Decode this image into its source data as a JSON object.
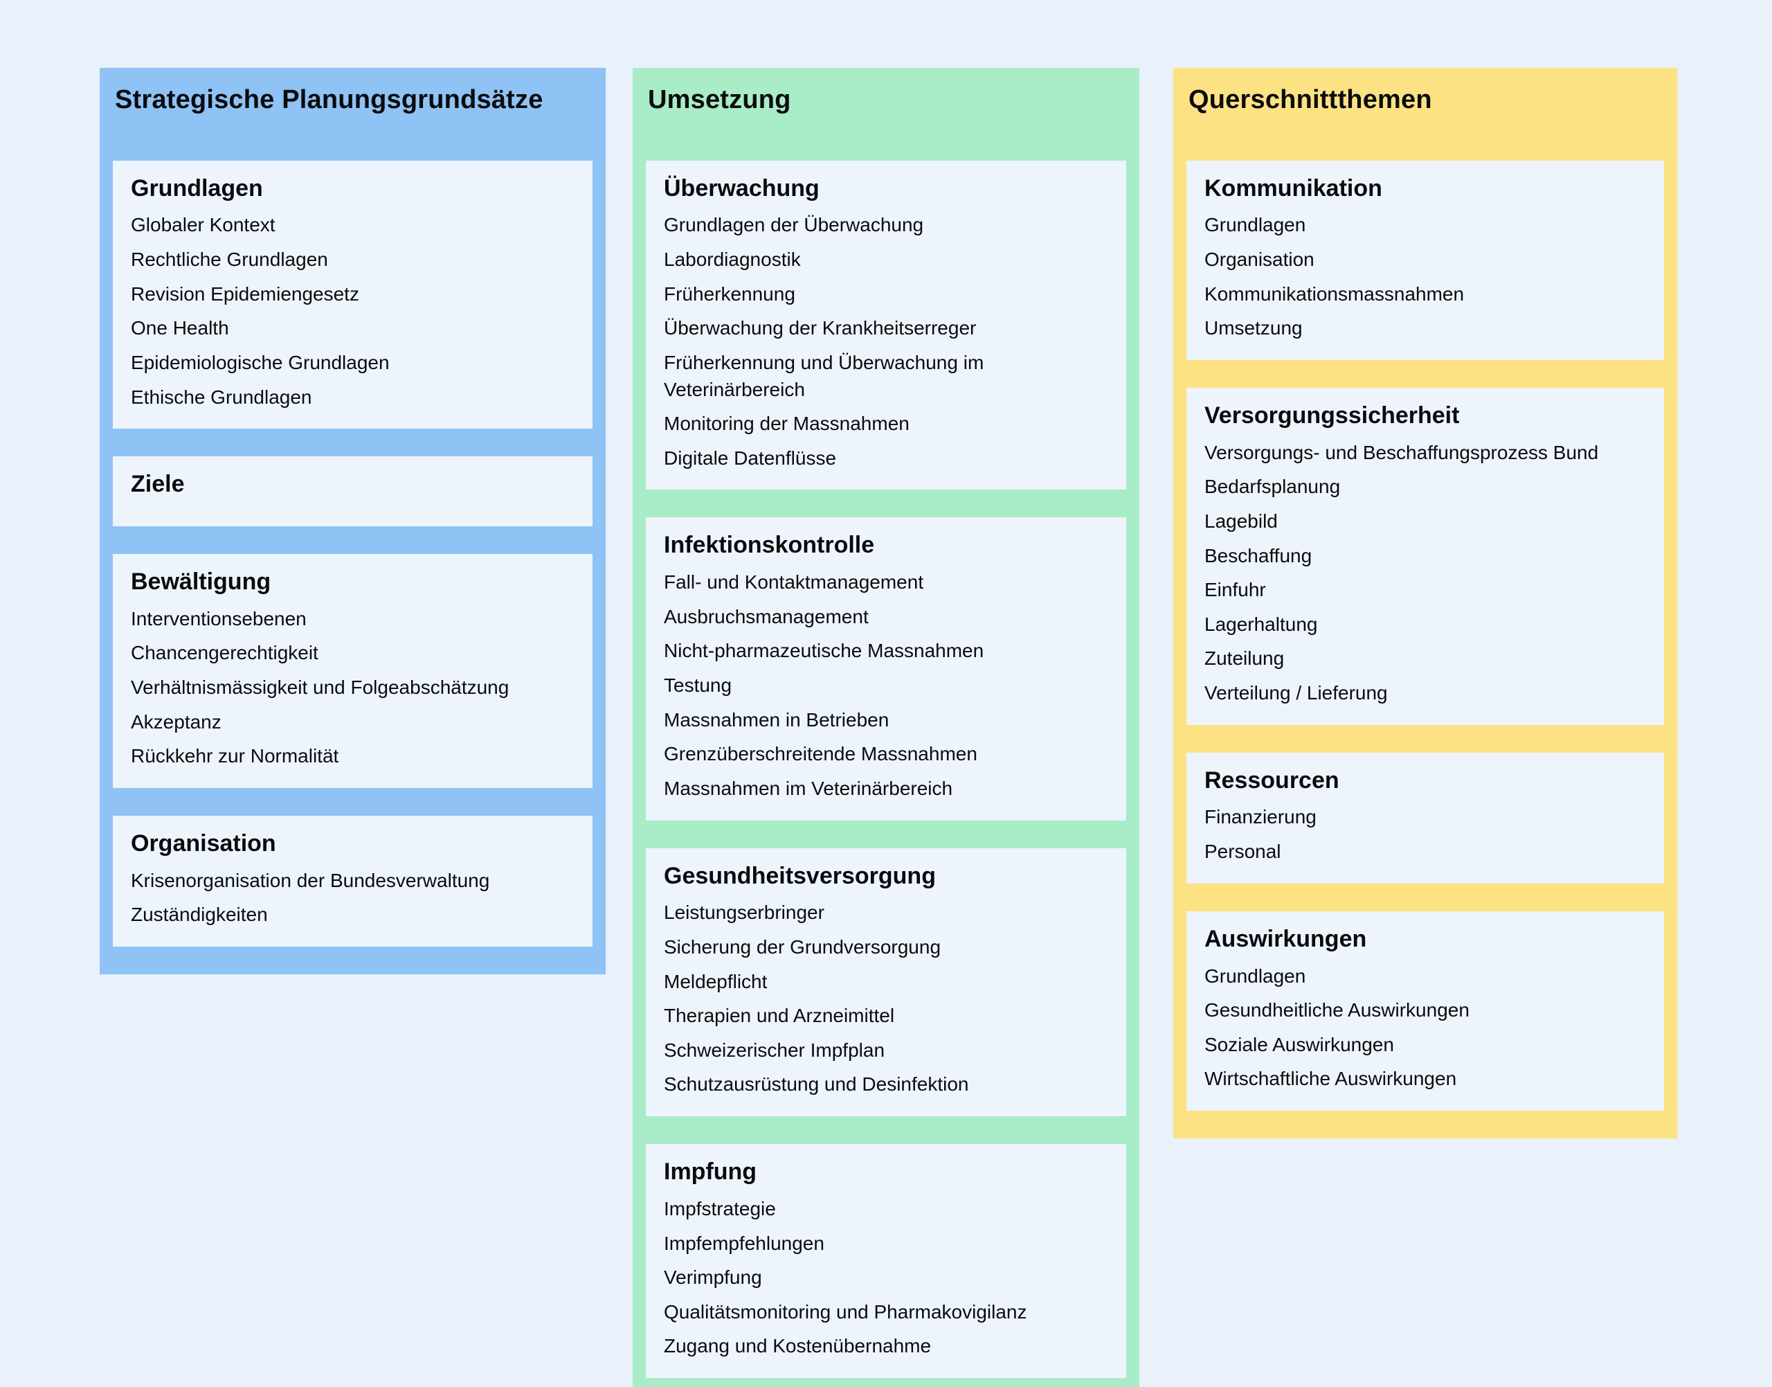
{
  "page": {
    "background": "#E9F1FA",
    "text_color": "#0B0B0D",
    "card_background": "#EDF4FC"
  },
  "columns": [
    {
      "id": "strategische-planungsgrundsaetze",
      "title": "Strategische Planungsgrundsätze",
      "color": "#8FC2F5",
      "cards": [
        {
          "heading": "Grundlagen",
          "items": [
            "Globaler Kontext",
            "Rechtliche Grundlagen",
            "Revision Epidemiengesetz",
            "One Health",
            "Epidemiologische Grundlagen",
            "Ethische Grundlagen"
          ]
        },
        {
          "heading": "Ziele",
          "items": []
        },
        {
          "heading": "Bewältigung",
          "items": [
            "Interventionsebenen",
            "Chancengerechtigkeit",
            "Verhältnismässigkeit und Folgeabschätzung",
            "Akzeptanz",
            "Rückkehr zur Normalität"
          ]
        },
        {
          "heading": "Organisation",
          "items": [
            "Krisenorganisation der Bundesverwaltung",
            "Zuständigkeiten"
          ]
        }
      ]
    },
    {
      "id": "umsetzung",
      "title": "Umsetzung",
      "color": "#A8ECC8",
      "cards": [
        {
          "heading": "Überwachung",
          "items": [
            "Grundlagen der Überwachung",
            "Labordiagnostik",
            "Früherkennung",
            "Überwachung der Krankheitserreger",
            "Früherkennung und Überwachung im Veterinärbereich",
            "Monitoring der Massnahmen",
            "Digitale Datenflüsse"
          ]
        },
        {
          "heading": "Infektionskontrolle",
          "items": [
            "Fall- und Kontaktmanagement",
            "Ausbruchsmanagement",
            "Nicht-pharmazeutische Massnahmen",
            "Testung",
            "Massnahmen in Betrieben",
            "Grenzüberschreitende Massnahmen",
            "Massnahmen im Veterinärbereich"
          ]
        },
        {
          "heading": "Gesundheitsversorgung",
          "items": [
            "Leistungserbringer",
            "Sicherung der Grundversorgung",
            "Meldepflicht",
            "Therapien und Arzneimittel",
            "Schweizerischer Impfplan",
            "Schutzausrüstung und Desinfektion"
          ]
        },
        {
          "heading": "Impfung",
          "items": [
            "Impfstrategie",
            "Impfempfehlungen",
            "Verimpfung",
            "Qualitätsmonitoring und Pharmakovigilanz",
            "Zugang und Kostenübernahme"
          ]
        }
      ]
    },
    {
      "id": "querschnittthemen",
      "title": "Querschnittthemen",
      "color": "#FDE283",
      "cards": [
        {
          "heading": "Kommunikation",
          "items": [
            "Grundlagen",
            "Organisation",
            "Kommunikationsmassnahmen",
            "Umsetzung"
          ]
        },
        {
          "heading": "Versorgungssicherheit",
          "items": [
            "Versorgungs- und Beschaffungsprozess Bund",
            "Bedarfsplanung",
            "Lagebild",
            "Beschaffung",
            "Einfuhr",
            "Lagerhaltung",
            "Zuteilung",
            "Verteilung / Lieferung"
          ]
        },
        {
          "heading": "Ressourcen",
          "items": [
            "Finanzierung",
            "Personal"
          ]
        },
        {
          "heading": "Auswirkungen",
          "items": [
            "Grundlagen",
            "Gesundheitliche Auswirkungen",
            "Soziale Auswirkungen",
            "Wirtschaftliche Auswirkungen"
          ]
        }
      ]
    }
  ]
}
